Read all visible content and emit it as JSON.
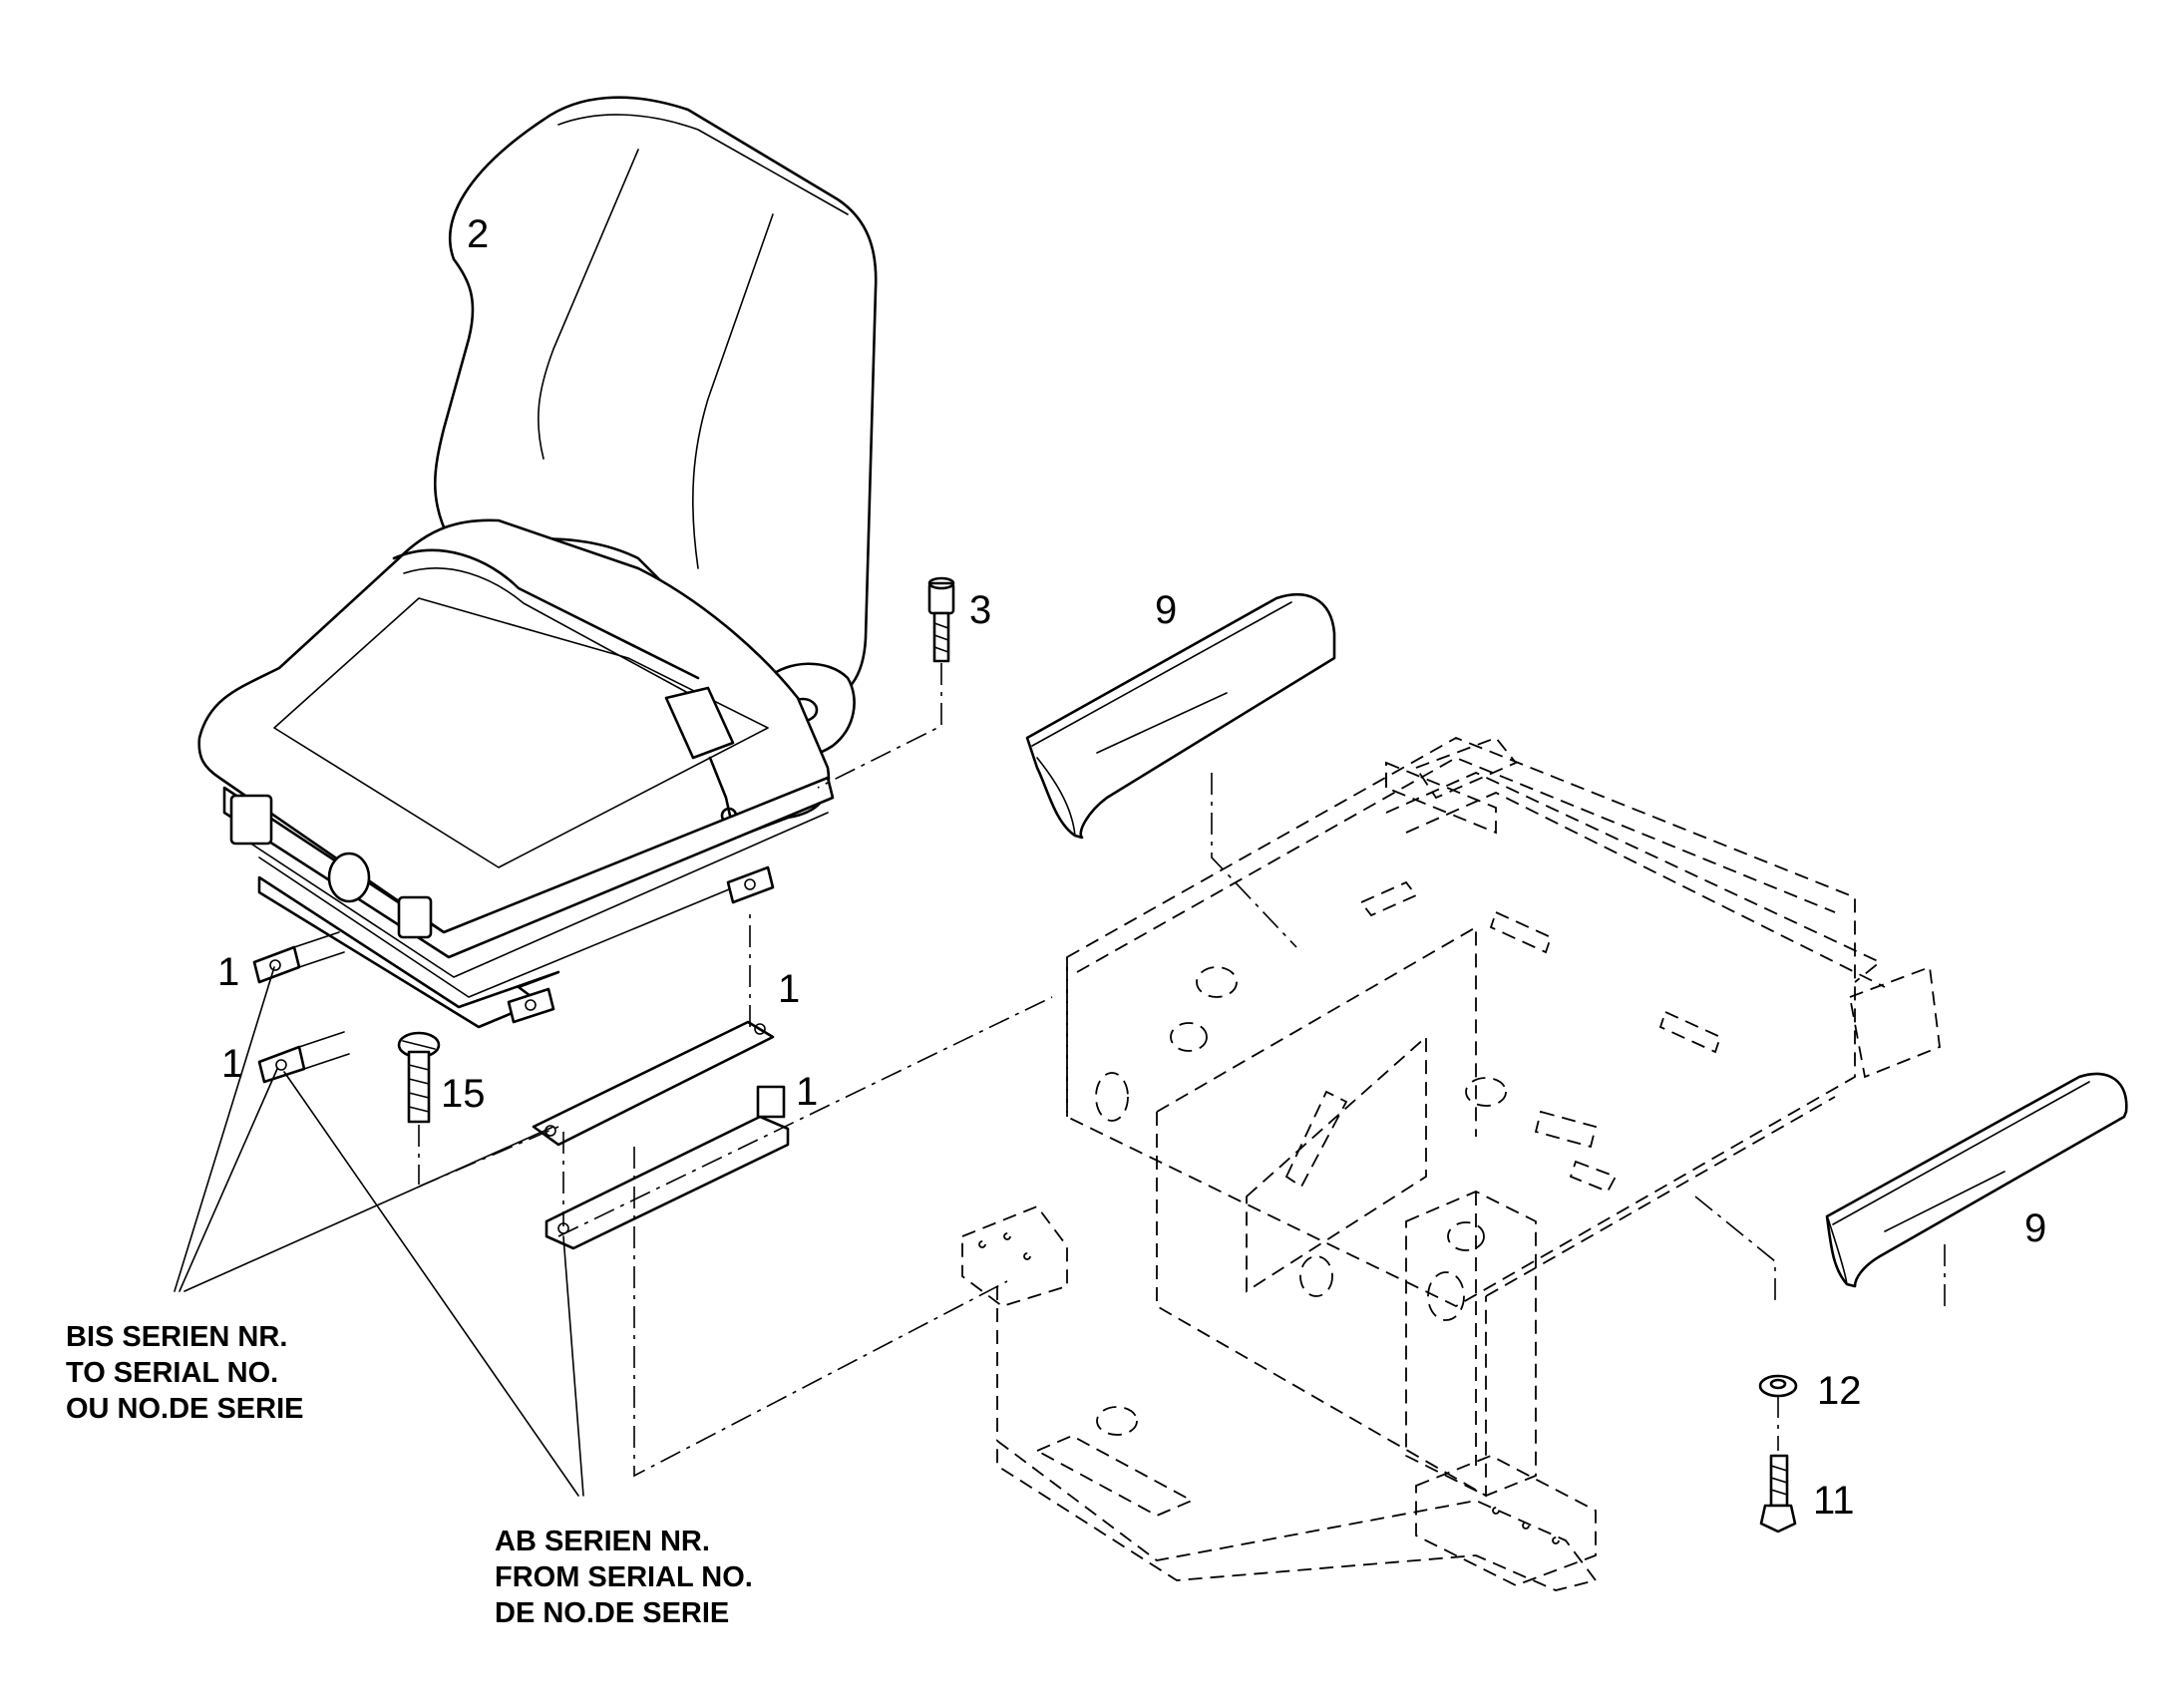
{
  "callouts": {
    "seat": "2",
    "screw_top": "3",
    "armrest_left": "9",
    "armrest_right": "9",
    "rail_1a": "1",
    "rail_1b": "1",
    "rail_1c": "1",
    "rail_1d": "1",
    "screw_15": "15",
    "washer": "12",
    "bolt": "11"
  },
  "notes": {
    "to_serial": [
      "BIS SERIEN NR.",
      "TO SERIAL NO.",
      "OU NO.DE SERIE"
    ],
    "from_serial": [
      "AB SERIEN NR.",
      "FROM SERIAL NO.",
      "DE NO.DE SERIE"
    ]
  }
}
